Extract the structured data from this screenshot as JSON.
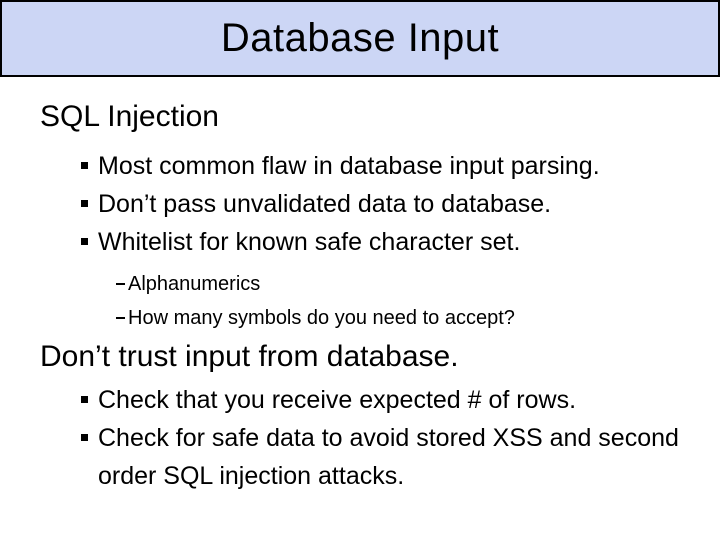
{
  "slide": {
    "title": "Database Input",
    "colors": {
      "header_bg": "#ccd6f5",
      "header_border": "#000000",
      "text": "#000000",
      "background": "#ffffff"
    },
    "sections": [
      {
        "heading": "SQL Injection",
        "bullets": [
          "Most common flaw in database input parsing.",
          "Don’t pass unvalidated data to database.",
          "Whitelist for known safe character set."
        ],
        "sub_bullets": [
          "Alphanumerics",
          "How many symbols do you need to accept?"
        ]
      },
      {
        "heading": "Don’t trust input from database.",
        "bullets": [
          "Check that you receive expected # of rows.",
          "Check for safe data to avoid stored XSS and second order SQL injection attacks."
        ],
        "sub_bullets": []
      }
    ]
  }
}
